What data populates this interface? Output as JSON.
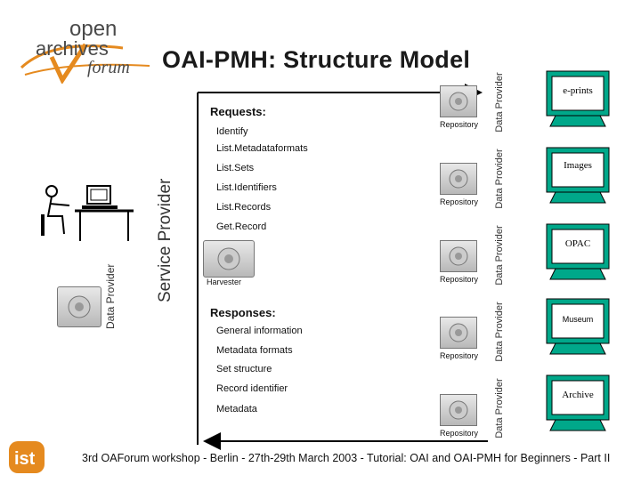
{
  "logo": {
    "line1": "open",
    "line2": "archives",
    "line3": "forum"
  },
  "title": "OAI-PMH: Structure Model",
  "requests": {
    "heading": "Requests:",
    "items": [
      "Identify",
      "List.Metadataformats",
      "List.Sets",
      "List.Identifiers",
      "List.Records",
      "Get.Record"
    ]
  },
  "responses": {
    "heading": "Responses:",
    "items": [
      "General information",
      "Metadata formats",
      "Set structure",
      "Record identifier",
      "Metadata"
    ]
  },
  "service_provider": {
    "label": "Service Provider",
    "harvester": "Harvester"
  },
  "left_data_provider": "Data Provider",
  "repositories": [
    {
      "label": "Repository",
      "provider": "Data Provider",
      "target": "e-prints"
    },
    {
      "label": "Repository",
      "provider": "Data Provider",
      "target": "Images"
    },
    {
      "label": "Repository",
      "provider": "Data Provider",
      "target": "OPAC"
    },
    {
      "label": "Repository",
      "provider": "Data Provider",
      "target": "Museum"
    },
    {
      "label": "Repository",
      "provider": "Data Provider",
      "target": "Archive"
    }
  ],
  "footer": {
    "logo": "ist",
    "text": "3rd OAForum workshop - Berlin - 27th-29th March 2003 - Tutorial: OAI and OAI-PMH for Beginners - Part II"
  },
  "colors": {
    "accent_orange": "#e58a1f",
    "monitor_green": "#00a88a",
    "arrow": "#000000"
  }
}
